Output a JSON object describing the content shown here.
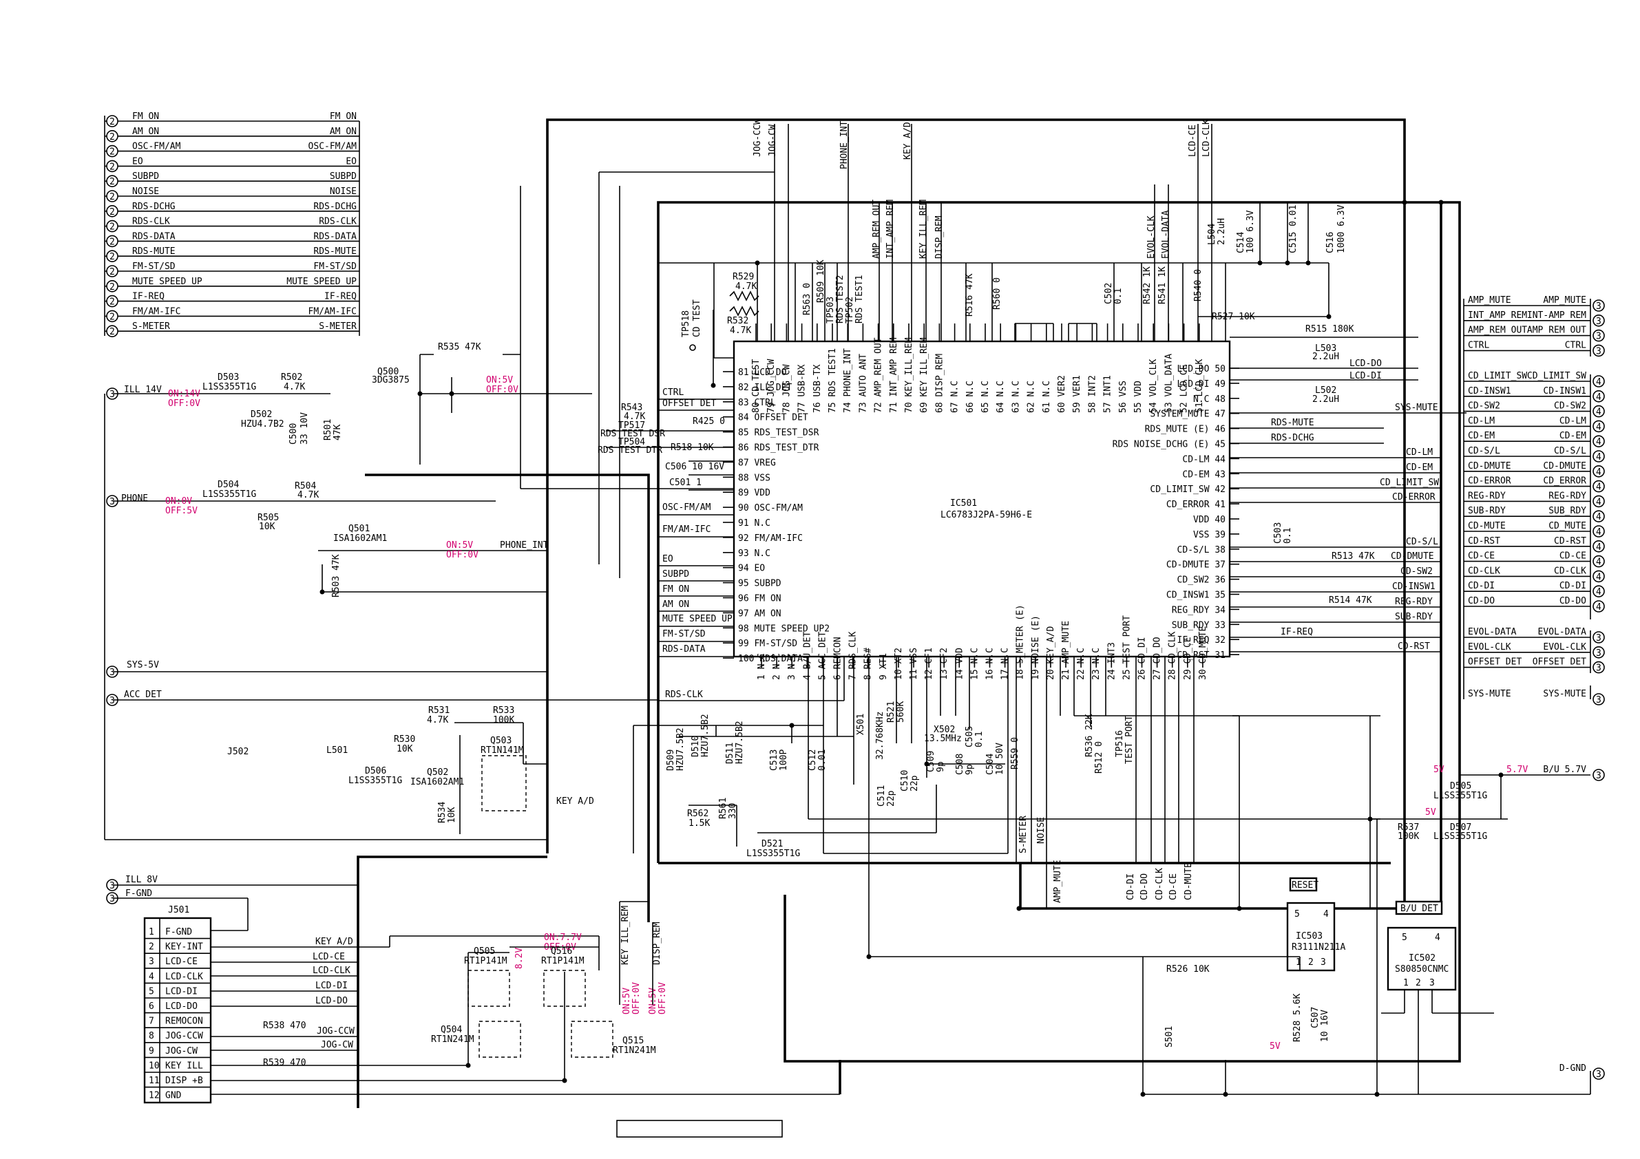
{
  "connector_left_top": [
    "FM ON",
    "AM ON",
    "OSC-FM/AM",
    "EO",
    "SUBPD",
    "NOISE",
    "RDS-DCHG",
    "RDS-CLK",
    "RDS-DATA",
    "RDS-MUTE",
    "FM-ST/SD",
    "MUTE SPEED UP",
    "IF-REQ",
    "FM/AM-IFC",
    "S-METER"
  ],
  "connector_num": "2",
  "connector_num3": "3",
  "connector_num4": "4",
  "left_power": {
    "ill14": "ILL 14V",
    "phone": "PHONE",
    "sys5v": "SYS-5V",
    "accdet": "ACC DET",
    "ill8v": "ILL 8V",
    "fgnd": "F-GND"
  },
  "magenta": {
    "on14": "ON:14V",
    "off0": "OFF:0V",
    "on0": "ON:0V",
    "off5": "OFF:5V",
    "on5": "ON:5V",
    "off0b": "OFF:0V",
    "on5b": "ON:5V",
    "off0c": "OFF:0V",
    "on77": "ON:7.7V",
    "off0d": "OFF:0V",
    "v82": "8.2V",
    "on5c": "ON:5V",
    "off0e": "OFF:0V",
    "on5d": "ON:5V",
    "off0f": "OFF:0V",
    "v5a": "5V",
    "v57": "5.7V",
    "v5b": "5V",
    "v5c": "5V"
  },
  "ic501": {
    "name": "IC501",
    "part": "LC6783J2PA-59H6-E",
    "top_pins": [
      "80 CD TEST",
      "79 JOG_CCW",
      "78 JOG_CW",
      "77 USB-RX",
      "76 USB-TX",
      "75 RDS TEST1",
      "74 PHONE_INT",
      "73 AUTO ANT",
      "72 AMP_REM OUT",
      "71 INT_AMP REM",
      "70 KEY_ILL_REM",
      "69 KEY ILL_REM",
      "68 DISP_REM",
      "67 N.C",
      "66 N.C",
      "65 N.C",
      "64 N.C",
      "63 N.C",
      "62 N.C",
      "61 N.C",
      "60 VER2",
      "59 VER1",
      "58 INT2",
      "57 INT1",
      "56 VSS",
      "55 VDD",
      "54 VOL_CLK",
      "53 VOL_DATA",
      "52 LCD_CE",
      "51 LCD_CLK"
    ],
    "left_pins": [
      "81 LCD_DO",
      "82 ILL_DET",
      "83 CTRL",
      "84 OFFSET DET",
      "85 RDS_TEST_DSR",
      "86 RDS_TEST_DTR",
      "87 VREG",
      "88 VSS",
      "89 VDD",
      "90 OSC-FM/AM",
      "91 N.C",
      "92 FM/AM-IFC",
      "93 N.C",
      "94 EO",
      "95 SUBPD",
      "96 FM ON",
      "97 AM ON",
      "98 MUTE SPEED UP2",
      "99 FM-ST/SD",
      "100 RDS DATA"
    ],
    "right_pins": [
      "LCD_DO 50",
      "LCD_DI 49",
      "N.C 48",
      "SYSTEM_MUTE 47",
      "RDS_MUTE (E) 46",
      "RDS NOISE_DCHG (E) 45",
      "CD-LM 44",
      "CD-EM 43",
      "CD_LIMIT_SW 42",
      "CD_ERROR 41",
      "VDD 40",
      "VSS 39",
      "CD-S/L 38",
      "CD-DMUTE 37",
      "CD_SW2 36",
      "CD_INSW1 35",
      "REG_RDY 34",
      "SUB_RDY 33",
      "IF_REQ 32",
      "CD_RST 31"
    ],
    "bottom_pins": [
      "1 N.C",
      "2 N.C",
      "3 N.C",
      "4 B/U_DET",
      "5 ACC_DET",
      "6 REMCON",
      "7 RDS_CLK",
      "8 RES#",
      "9 XT1",
      "10 XT2",
      "11 VSS",
      "12 CF1",
      "13 CF2",
      "14 VDD",
      "15 N.C",
      "16 N.C",
      "17 N.C",
      "18 S_METER (E)",
      "19 NOISE (E)",
      "20 KEY_A/D",
      "21 AMP_MUTE",
      "22 N.C",
      "23 N.C",
      "24 INT3",
      "25 TEST PORT",
      "26 CD_DI",
      "27 CD_DO",
      "28 CD_CLK",
      "29 CD_CE",
      "30 CD_MUTE"
    ]
  },
  "top_signals": [
    "JOG-CCW",
    "JOG-CW",
    "PHONE_INT",
    "KEY A/D",
    "LCD-CE",
    "LCD-CLK",
    "AMP_REM OUT",
    "INT_AMP REM",
    "KEY ILL_REM",
    "DISP_REM",
    "EVOL-CLK",
    "EVOL-DATA"
  ],
  "left_bus": [
    "CTRL",
    "OFFSET DET",
    "OSC-FM/AM",
    "FM/AM-IFC",
    "EO",
    "SUBPD",
    "FM ON",
    "AM ON",
    "MUTE SPEED UP",
    "FM-ST/SD",
    "RDS-DATA",
    "RDS-CLK",
    "KEY A/D"
  ],
  "right_bus": [
    "LCD-DO",
    "LCD-DI",
    "SYS-MUTE",
    "RDS-MUTE",
    "RDS-DCHG",
    "CD-LM",
    "CD-EM",
    "CD_LIMIT_SW",
    "CD-ERROR",
    "CD-S/L",
    "CD-DMUTE",
    "CD-SW2",
    "CD-INSW1",
    "REG-RDY",
    "SUB-RDY",
    "IF-REQ",
    "CD-RST"
  ],
  "connector_right_a": [
    "AMP_MUTE",
    "INT-AMP REM",
    "AMP REM OUT",
    "CTRL"
  ],
  "connector_right_a_in": [
    "AMP_MUTE",
    "INT_AMP REM",
    "AMP_REM OUT",
    "CTRL"
  ],
  "connector_right_b": [
    "CD_LIMIT_SW",
    "CD-INSW1",
    "CD-SW2",
    "CD-LM",
    "CD-EM",
    "CD-S/L",
    "CD-DMUTE",
    "CD_ERROR",
    "REG-RDY",
    "SUB_RDY",
    "CD_MUTE",
    "CD-RST",
    "CD-CE",
    "CD-CLK",
    "CD-DI",
    "CD-DO"
  ],
  "connector_right_b_in": [
    "CD_LIMIT_SW",
    "CD-INSW1",
    "CD-SW2",
    "CD-LM",
    "CD-EM",
    "CD-S/L",
    "CD-DMUTE",
    "CD-ERROR",
    "REG-RDY",
    "SUB-RDY",
    "CD-MUTE",
    "CD-RST",
    "CD-CE",
    "CD-CLK",
    "CD-DI",
    "CD-DO"
  ],
  "connector_right_c": [
    "EVOL-DATA",
    "EVOL-CLK",
    "OFFSET DET"
  ],
  "connector_right_c_in": [
    "EVOL-DATA",
    "EVOL-CLK",
    "OFFSET DET"
  ],
  "connector_right_d": [
    "SYS-MUTE",
    "B/U 5.7V",
    "D-GND"
  ],
  "connector_right_d_in": "SYS-MUTE",
  "j501": {
    "name": "J501",
    "pins": [
      "1",
      "2",
      "3",
      "4",
      "5",
      "6",
      "7",
      "8",
      "9",
      "10",
      "11",
      "12"
    ],
    "labels": [
      "F-GND",
      "KEY-INT",
      "LCD-CE",
      "LCD-CLK",
      "LCD-DI",
      "LCD-DO",
      "REMOCON",
      "JOG-CCW",
      "JOG-CW",
      "KEY ILL",
      "DISP +B",
      "GND"
    ],
    "wires": [
      "KEY A/D",
      "LCD-CE",
      "LCD-CLK",
      "LCD-DI",
      "LCD-DO",
      "JOG-CCW",
      "JOG-CW"
    ]
  },
  "components": {
    "d503": "D503",
    "d503p": "L1SS355T1G",
    "d502": "D502",
    "d502p": "HZU4.7B2",
    "r502": "R502",
    "r502v": "4.7K",
    "c500": "C500",
    "c500v": "33 10V",
    "r501": "R501",
    "r501v": "47K",
    "q500": "Q500",
    "q500p": "3DG3875",
    "r535": "R535 47K",
    "d504": "D504",
    "d504p": "L1SS355T1G",
    "r504": "R504",
    "r504v": "4.7K",
    "r505": "R505",
    "r505v": "10K",
    "q501": "Q501",
    "q501p": "ISA1602AM1",
    "r503": "R503 47K",
    "phoneint": "PHONE_INT",
    "j502": "J502",
    "l501": "L501",
    "d506": "D506",
    "d506p": "L1SS355T1G",
    "r530": "R530",
    "r530v": "10K",
    "r531": "R531",
    "r531v": "4.7K",
    "r533": "R533",
    "r533v": "100K",
    "q502": "Q502",
    "q502p": "ISA1602AM1",
    "q503": "Q503",
    "q503p": "RT1N141M",
    "r534": "R534",
    "r534v": "10K",
    "keyad": "KEY A/D",
    "r562": "R562",
    "r562v": "1.5K",
    "r561": "R561",
    "r561v": "330",
    "d521": "D521",
    "d521p": "L1SS355T1G",
    "q505": "Q505",
    "q505p": "RT1P141M",
    "q516": "Q516",
    "q516p": "RT1P141M",
    "q504": "Q504",
    "q504p": "RT1N241M",
    "q515": "Q515",
    "q515p": "RT1N241M",
    "keyillrem": "KEY ILL_REM",
    "disprem": "DISP_REM",
    "r538": "R538 470",
    "r539": "R539 470",
    "r529": "R529",
    "r529v": "4.7K",
    "r532": "R532",
    "r532v": "4.7K",
    "tp518": "TP518",
    "tp518v": "CD TEST",
    "r563": "R563 0",
    "r509": "R509 10K",
    "tp503": "TP503",
    "tp503v": "RDS TEST2",
    "tp502": "TP502",
    "tp502v": "RDS TEST1",
    "r516": "R516 47K",
    "r560": "R560 0",
    "c502": "C502",
    "c502v": "0.1",
    "r542": "R542 1K",
    "r541": "R541 1K",
    "r540": "R540 0",
    "l504": "L504",
    "l504v": "2.2uH",
    "c514": "C514",
    "c514v": "100 6.3V",
    "c515": "C515 0.01",
    "c516": "C516",
    "c516v": "1000 6.3V",
    "r527": "R527 10K",
    "r515": "R515 180K",
    "l503": "L503",
    "l503v": "2.2uH",
    "l502": "L502",
    "l502v": "2.2uH",
    "r543": "R543",
    "r543v": "4.7K",
    "r425": "R425 0",
    "tp517": "TP517",
    "tp517v": "RDS TEST DSR",
    "tp504": "TP504",
    "tp504v": "RDS TEST DTR",
    "r518": "R518 10K",
    "c506": "C506 10 16V",
    "c501": "C501 1",
    "c503": "C503",
    "c503v": "0.1",
    "r513": "R513 47K",
    "r514": "R514 47K",
    "d509": "D509",
    "d509p": "HZU7.5B2",
    "d510": "D510",
    "d510p": "HZU7.5B2",
    "d511": "D511",
    "d511p": "HZU7.5B2",
    "c513": "C513",
    "c513v": "100P",
    "c512": "C512",
    "c512v": "0.01",
    "x501": "X501",
    "x501v": "32.768KHz",
    "r521": "R521",
    "r521v": "560K",
    "c511": "C511",
    "c511v": "22p",
    "c510": "C510",
    "c510v": "22p",
    "x502": "X502",
    "x502v": "13.5MHz",
    "c509": "C509",
    "c509v": "9p",
    "c508": "C508",
    "c508v": "9p",
    "c505": "C505",
    "c505v": "0.1",
    "c504": "C504",
    "c504v": "10 50V",
    "r559": "R559 0",
    "r536": "R536 22K",
    "r512": "R512 0",
    "tp516": "TP516",
    "tp516v": "TEST PORT",
    "smeter": "S-METER",
    "noise": "NOISE",
    "ampmute": "AMP_MUTE",
    "cdlabels": [
      "CD-DI",
      "CD-DO",
      "CD-CLK",
      "CD-CE",
      "CD-MUTE"
    ],
    "reset": "RESET",
    "ic503": "IC503",
    "ic503p": "R3111N211A",
    "r526": "R526 10K",
    "s501": "S501",
    "r528": "R528 5.6K",
    "c507": "C507",
    "c507v": "10 16V",
    "budet": "B/U DET",
    "ic502": "IC502",
    "ic502p": "S80850CNMC",
    "d505": "D505",
    "d505p": "L1SS355T1G",
    "d507": "D507",
    "d507p": "L1SS355T1G",
    "r537": "R537",
    "r537v": "100K"
  },
  "ic503_pins": [
    "5",
    "4",
    "1",
    "2",
    "3"
  ],
  "ic502_pins": [
    "5",
    "4",
    "1",
    "2",
    "3"
  ]
}
